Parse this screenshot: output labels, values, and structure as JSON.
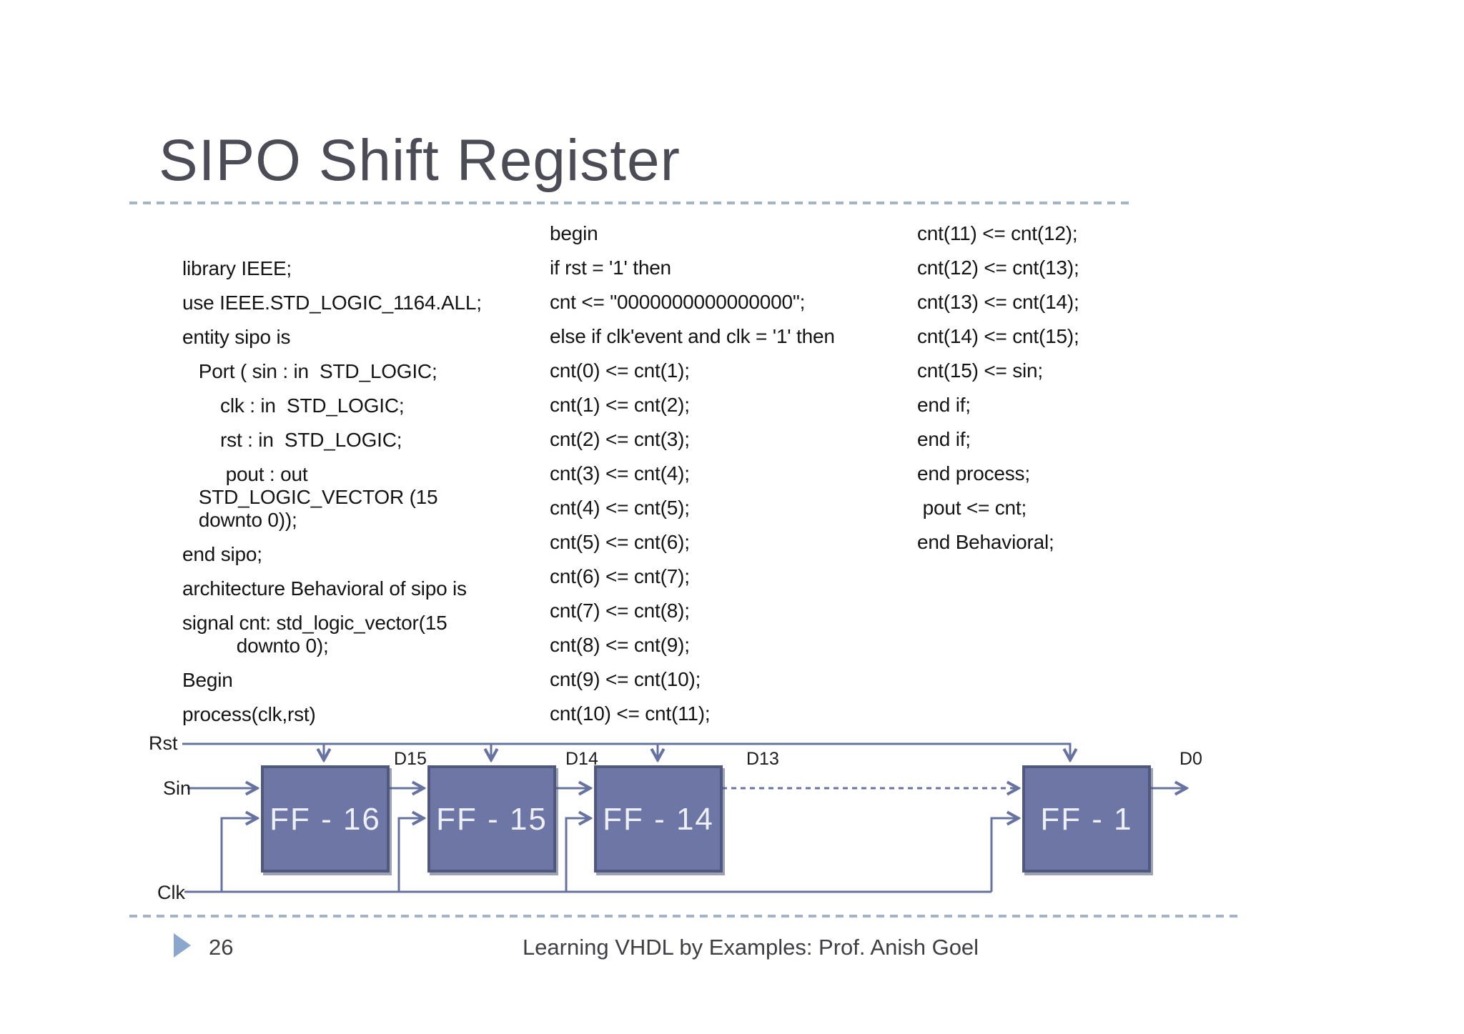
{
  "slide": {
    "title": "SIPO Shift Register",
    "page_number": "26",
    "footer": "Learning VHDL by Examples: Prof. Anish Goel"
  },
  "code": {
    "left": {
      "paragraphs": [
        "library IEEE;",
        "use IEEE.STD_LOGIC_1164.ALL;",
        "entity sipo is",
        "   Port ( sin : in  STD_LOGIC;",
        "       clk : in  STD_LOGIC;",
        "       rst : in  STD_LOGIC;",
        "        pout : out\n   STD_LOGIC_VECTOR (15\n   downto 0));",
        "end sipo;",
        "architecture Behavioral of sipo is",
        "signal cnt: std_logic_vector(15\n          downto 0);",
        "Begin",
        "process(clk,rst)"
      ]
    },
    "middle": {
      "paragraphs": [
        "begin",
        "if rst = '1' then",
        "cnt <= \"0000000000000000\";",
        "else if clk'event and clk = '1' then",
        "cnt(0) <= cnt(1);",
        "cnt(1) <= cnt(2);",
        "cnt(2) <= cnt(3);",
        "cnt(3) <= cnt(4);",
        "cnt(4) <= cnt(5);",
        "cnt(5) <= cnt(6);",
        "cnt(6) <= cnt(7);",
        "cnt(7) <= cnt(8);",
        "cnt(8) <= cnt(9);",
        "cnt(9) <= cnt(10);",
        "cnt(10) <= cnt(11);"
      ]
    },
    "right": {
      "paragraphs": [
        "cnt(11) <= cnt(12);",
        "cnt(12) <= cnt(13);",
        "cnt(13) <= cnt(14);",
        "cnt(14) <= cnt(15);",
        "cnt(15) <= sin;",
        "end if;",
        "end if;",
        "end process;",
        " pout <= cnt;",
        "end Behavioral;"
      ]
    }
  },
  "diagram": {
    "signals": {
      "rst": "Rst",
      "sin": "Sin",
      "clk": "Clk"
    },
    "taps": {
      "d15": "D15",
      "d14": "D14",
      "d13": "D13",
      "d0": "D0"
    },
    "flip_flops": [
      "FF - 16",
      "FF - 15",
      "FF - 14",
      "FF - 1"
    ]
  },
  "colors": {
    "box_fill": "#6d76a4",
    "box_border": "#51597d",
    "line": "#6673a1",
    "divider": "#a4b4c7",
    "footer_marker": "#8ba7cb",
    "title_text": "#4c4c57"
  }
}
